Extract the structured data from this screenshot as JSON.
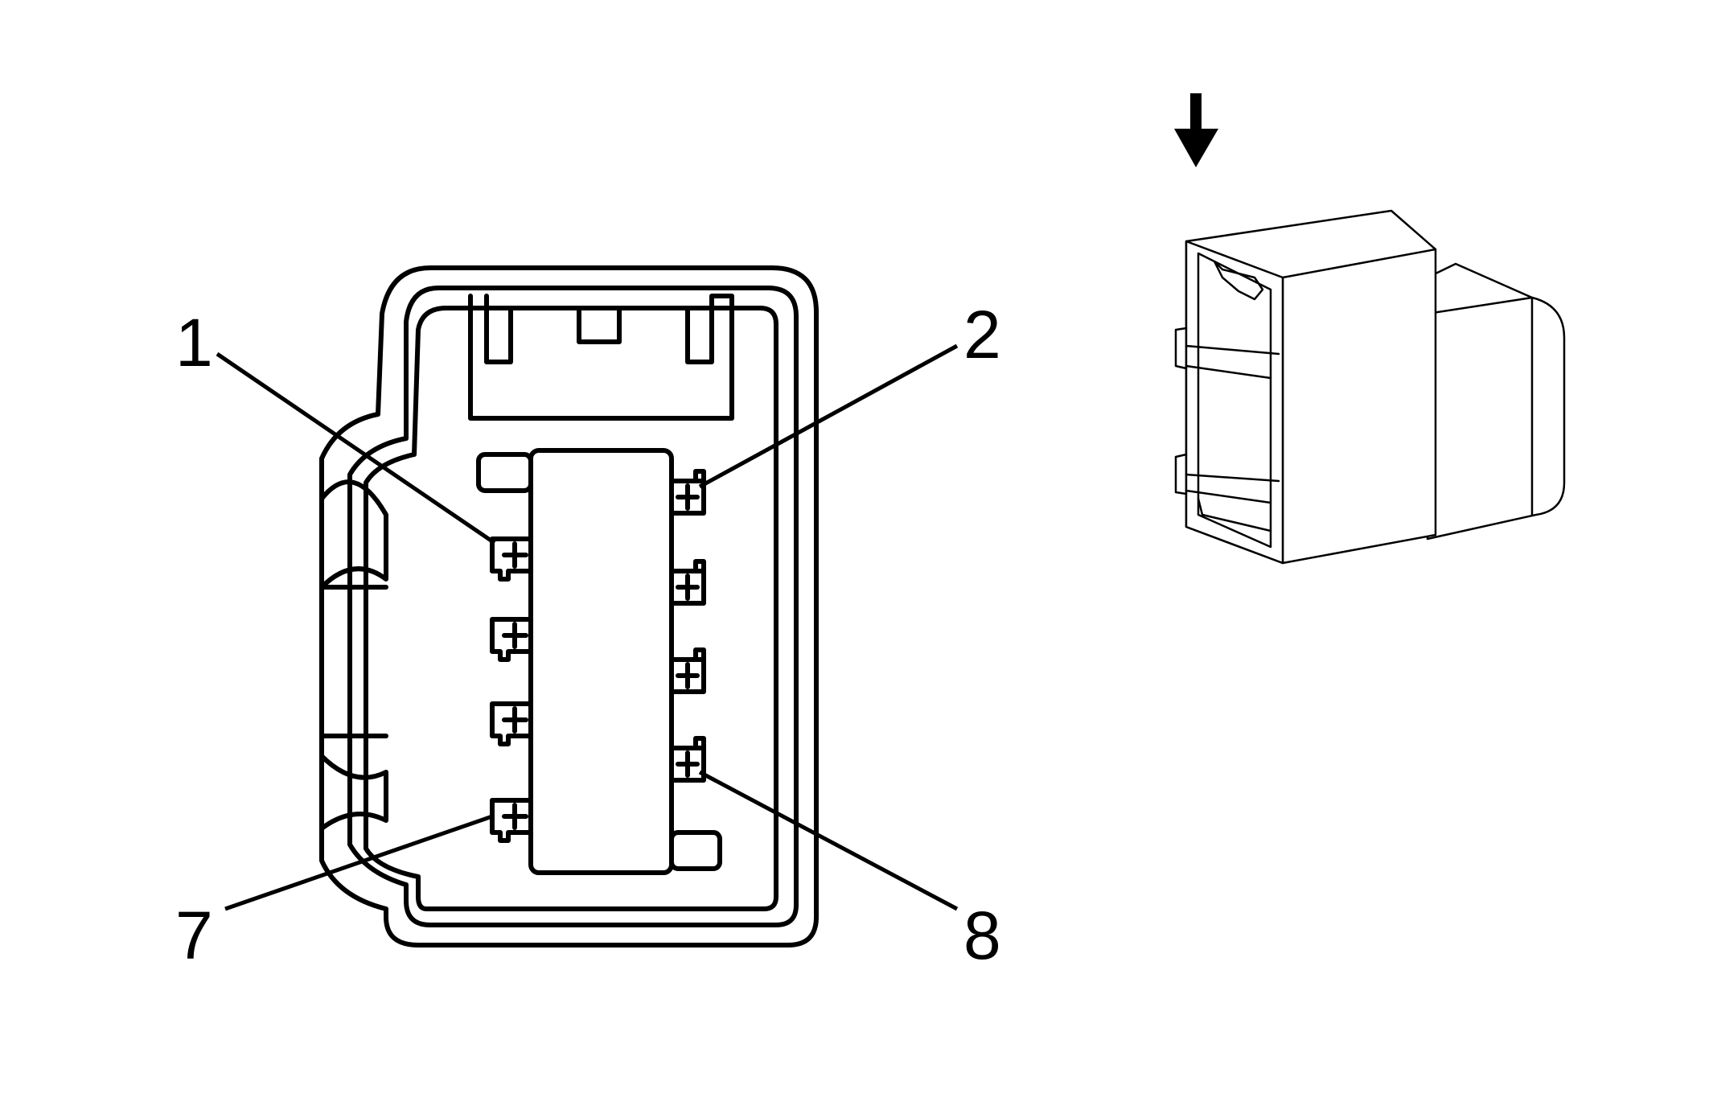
{
  "pin_labels": {
    "pin_1": "1",
    "pin_2": "2",
    "pin_7": "7",
    "pin_8": "8"
  },
  "view_arrow_icon": "down-arrow-icon",
  "colors": {
    "line": "#000000",
    "background": "#ffffff"
  }
}
